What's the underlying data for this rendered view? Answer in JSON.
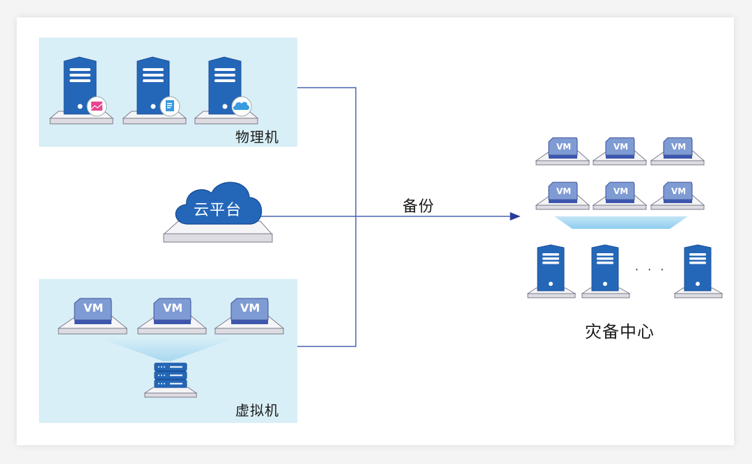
{
  "diagram": {
    "physical_group": {
      "label": "物理机",
      "servers": [
        {
          "badge": "image-icon"
        },
        {
          "badge": "document-icon"
        },
        {
          "badge": "cloud-icon"
        }
      ]
    },
    "cloud_platform": {
      "label": "云平台"
    },
    "virtual_group": {
      "label": "虚拟机",
      "vms": [
        {
          "text": "VM"
        },
        {
          "text": "VM"
        },
        {
          "text": "VM"
        }
      ],
      "host": "rack-server-icon"
    },
    "connector": {
      "label": "备份"
    },
    "dr_center": {
      "label": "灾备中心",
      "vms": [
        {
          "text": "VM"
        },
        {
          "text": "VM"
        },
        {
          "text": "VM"
        },
        {
          "text": "VM"
        },
        {
          "text": "VM"
        },
        {
          "text": "VM"
        }
      ],
      "servers_ellipsis": "· · ·"
    },
    "colors": {
      "panel_bg": "#d9eff7",
      "server_blue": "#2467b8",
      "vm_blue": "#7f9bd3",
      "line_blue": "#4a63b0",
      "badge_pink": "#e8458f",
      "badge_blue": "#3a9be0"
    }
  }
}
